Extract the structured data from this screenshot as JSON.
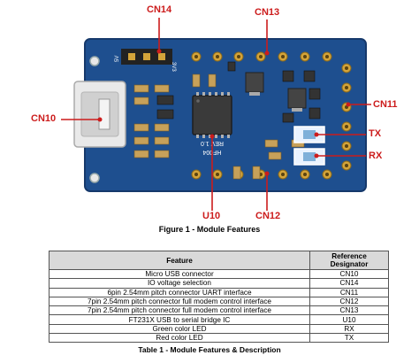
{
  "figure": {
    "callouts": {
      "cn14": "CN14",
      "cn13": "CN13",
      "cn10": "CN10",
      "cn11": "CN11",
      "tx": "TX",
      "rx": "RX",
      "u10": "U10",
      "cn12": "CN12"
    },
    "silk": {
      "v5": "5V",
      "v3": "3V3",
      "board": "HF004",
      "rev": "REV 1.0"
    },
    "caption": "Figure 1 - Module Features"
  },
  "table": {
    "headers": {
      "feature": "Feature",
      "designator": "Reference Designator"
    },
    "rows": [
      {
        "feature": "Micro USB connector",
        "designator": "CN10"
      },
      {
        "feature": "IO voltage selection",
        "designator": "CN14"
      },
      {
        "feature": "6pin 2.54mm pitch connector UART interface",
        "designator": "CN11"
      },
      {
        "feature": "7pin 2.54mm pitch connector full modem control interface",
        "designator": "CN12"
      },
      {
        "feature": "7pin 2.54mm pitch connector full modem control interface",
        "designator": "CN13"
      },
      {
        "feature": "FT231X USB to serial bridge IC",
        "designator": "U10"
      },
      {
        "feature": "Green color LED",
        "designator": "RX"
      },
      {
        "feature": "Red color LED",
        "designator": "TX"
      }
    ],
    "caption": "Table 1 - Module Features & Description"
  },
  "colors": {
    "pcb": "#1e4f8f",
    "pcb_edge": "#16396b",
    "annotation": "#cc1c1c",
    "gold": "#d4a43a"
  }
}
